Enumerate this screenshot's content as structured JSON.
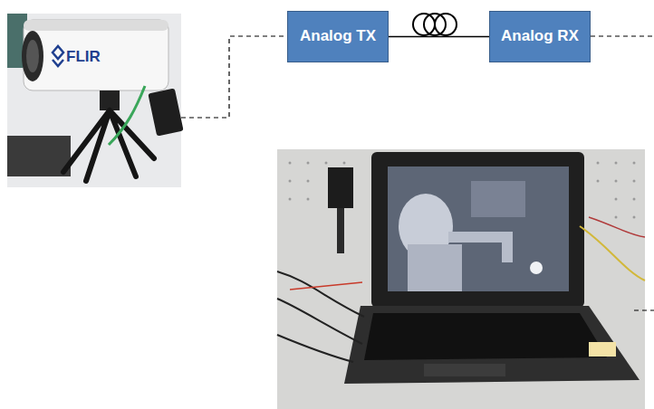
{
  "diagram": {
    "nodes": [
      {
        "text": [
          "Analog TX"
        ]
      },
      {
        "text": [
          "Analog RX"
        ]
      }
    ],
    "edges": [
      {
        "from": 0,
        "to": 1,
        "arrow": "none"
      }
    ],
    "labels": [
      "FLIR"
    ]
  }
}
